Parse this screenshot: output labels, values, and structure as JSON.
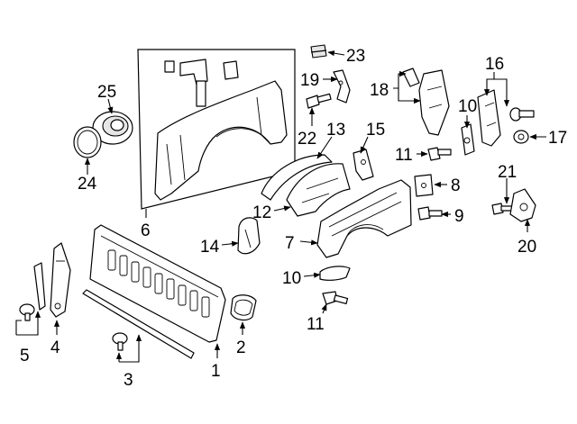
{
  "callouts": [
    {
      "id": "1",
      "text": "1"
    },
    {
      "id": "2",
      "text": "2"
    },
    {
      "id": "3",
      "text": "3"
    },
    {
      "id": "4",
      "text": "4"
    },
    {
      "id": "5",
      "text": "5"
    },
    {
      "id": "6",
      "text": "6"
    },
    {
      "id": "7",
      "text": "7"
    },
    {
      "id": "8",
      "text": "8"
    },
    {
      "id": "9",
      "text": "9"
    },
    {
      "id": "10a",
      "text": "10"
    },
    {
      "id": "10b",
      "text": "10"
    },
    {
      "id": "11a",
      "text": "11"
    },
    {
      "id": "11b",
      "text": "11"
    },
    {
      "id": "12",
      "text": "12"
    },
    {
      "id": "13",
      "text": "13"
    },
    {
      "id": "14",
      "text": "14"
    },
    {
      "id": "15",
      "text": "15"
    },
    {
      "id": "16",
      "text": "16"
    },
    {
      "id": "17",
      "text": "17"
    },
    {
      "id": "18",
      "text": "18"
    },
    {
      "id": "19",
      "text": "19"
    },
    {
      "id": "20",
      "text": "20"
    },
    {
      "id": "21",
      "text": "21"
    },
    {
      "id": "22",
      "text": "22"
    },
    {
      "id": "23",
      "text": "23"
    },
    {
      "id": "24",
      "text": "24"
    },
    {
      "id": "25",
      "text": "25"
    }
  ]
}
